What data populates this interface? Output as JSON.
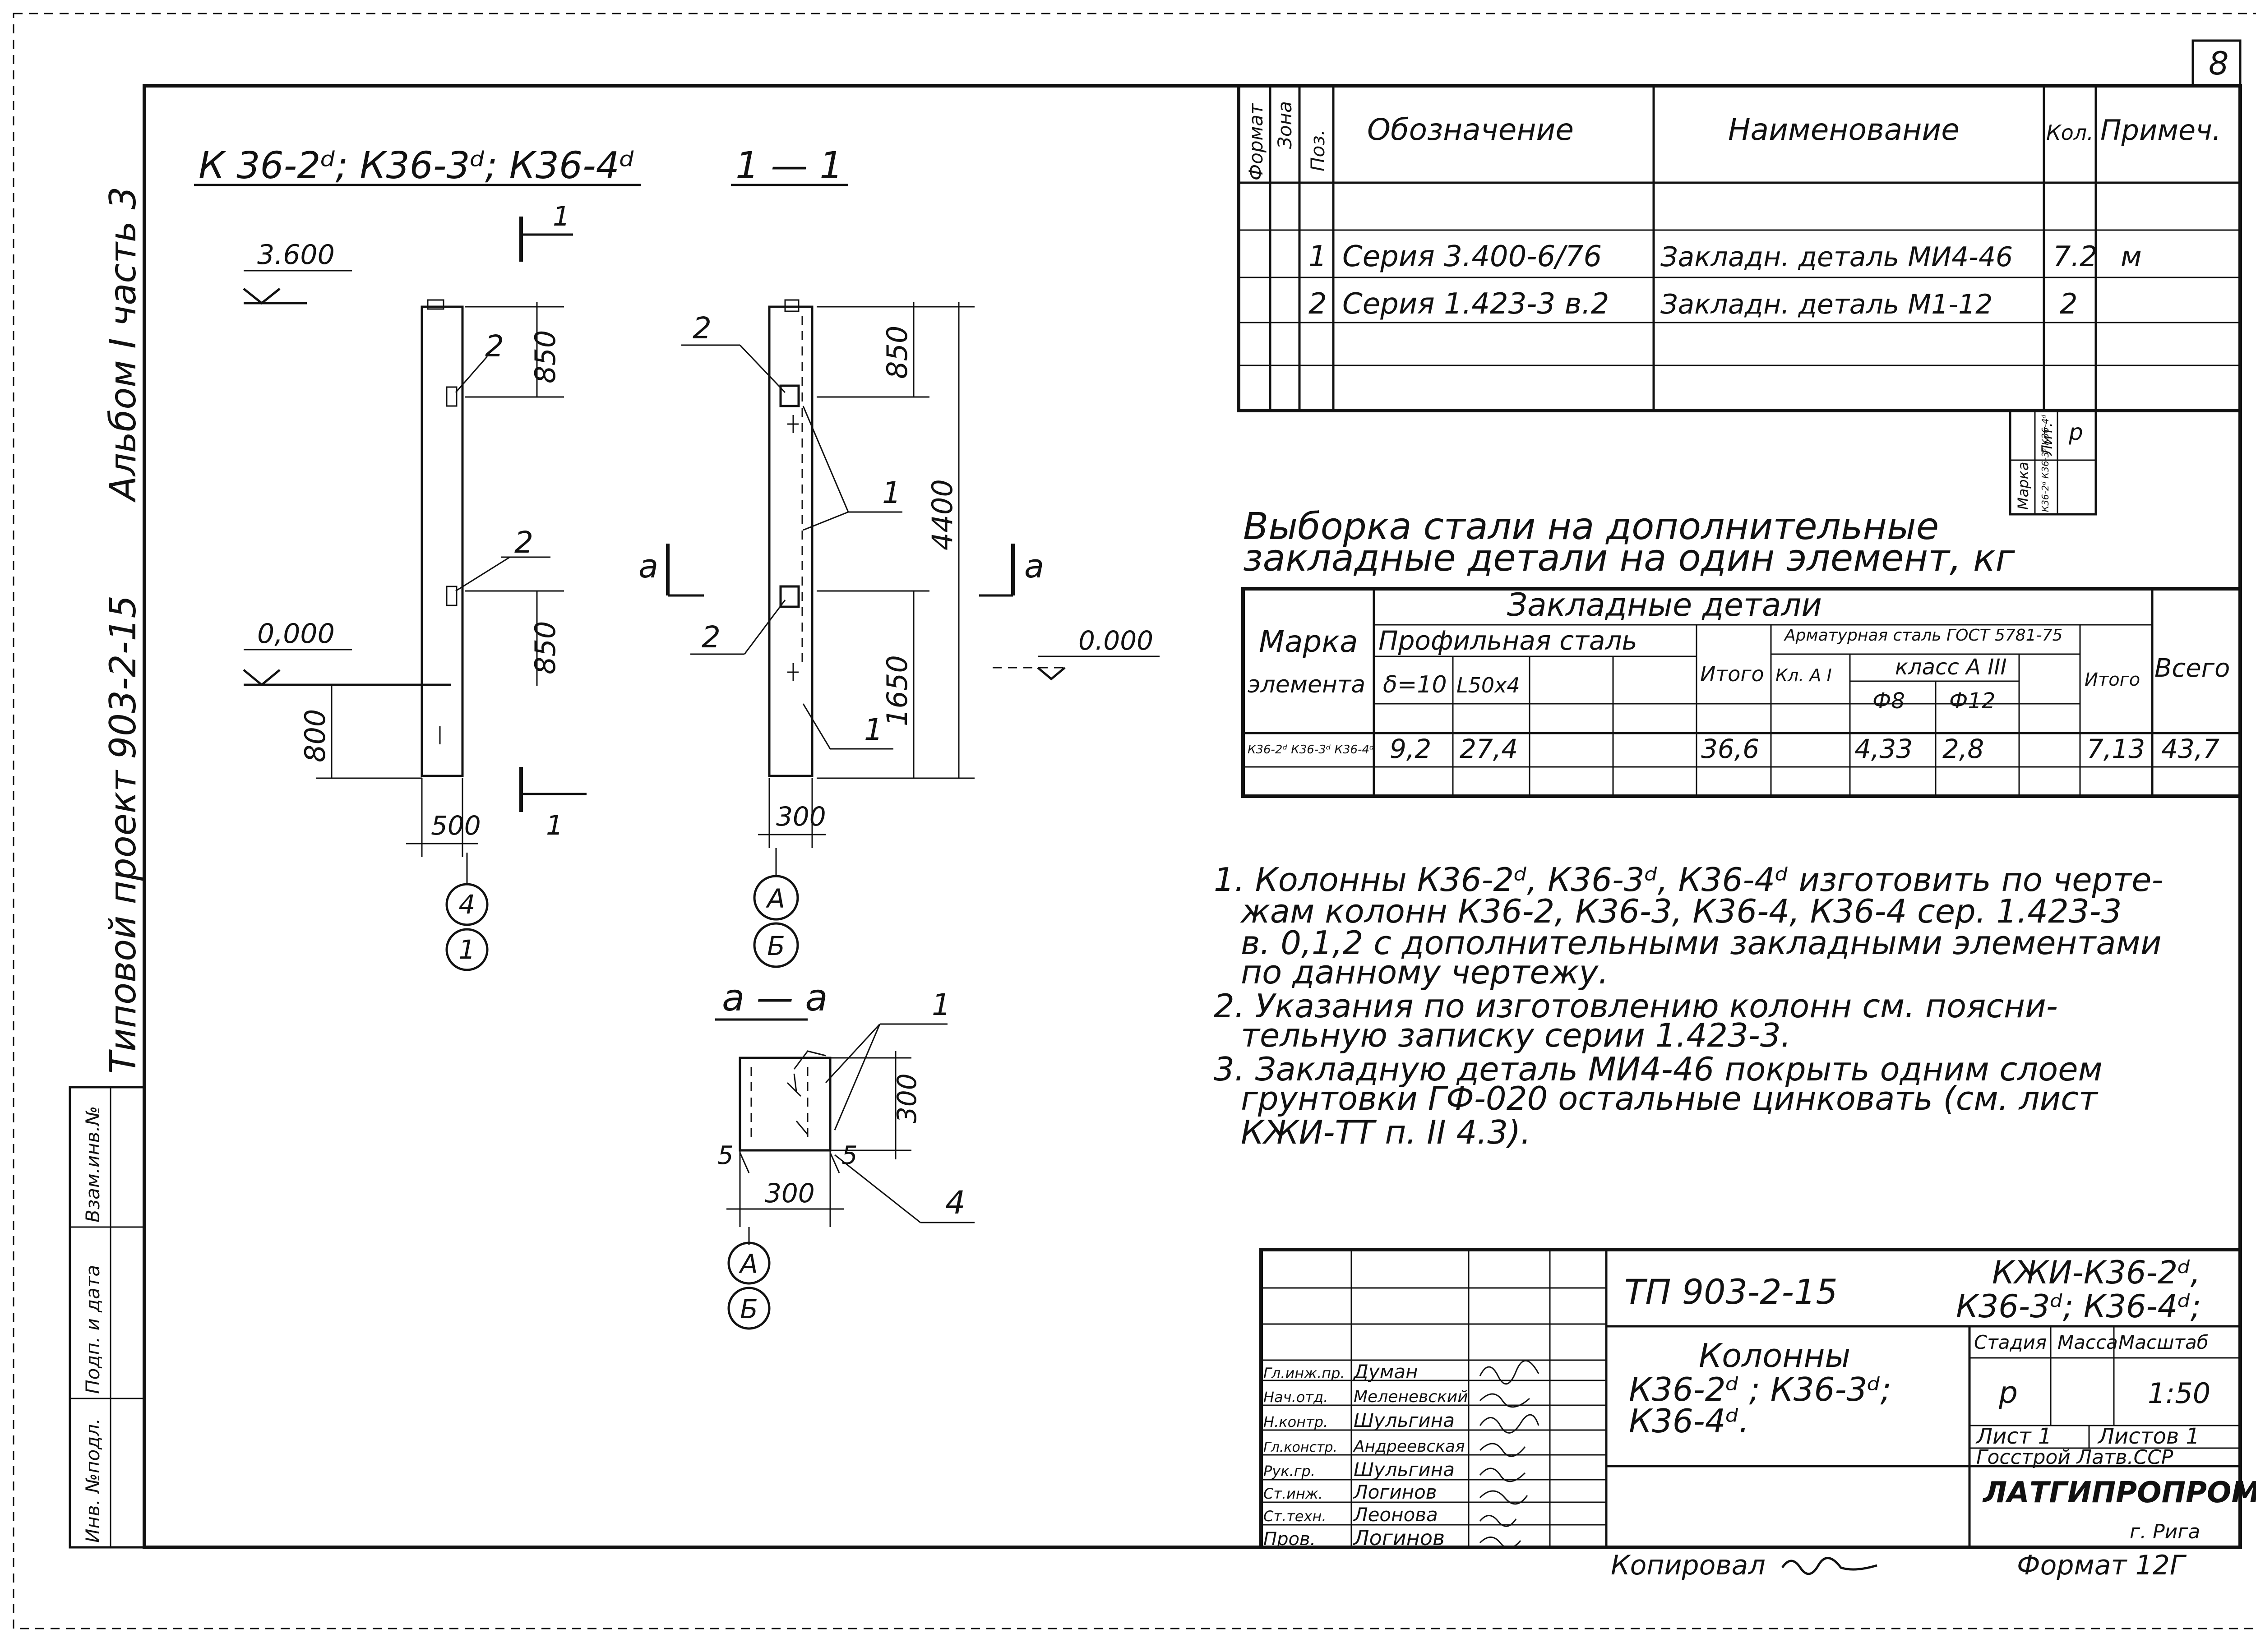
{
  "sheet_number": "8",
  "side_strip": {
    "album": "Альбом I часть 3",
    "project": "Типовой проект 903-2-15",
    "stamp_cols": [
      "Инв. №подл.",
      "Подп. и дата",
      "Взам.инв.№"
    ]
  },
  "drawing": {
    "main_title": "К 36-2ᵈ; К36-3ᵈ; К36-4ᵈ",
    "section_11_title": "1 — 1",
    "section_aa_title": "а — а",
    "elev_top": "3.600",
    "elev_zero": "0,000",
    "elev_zero_right": "0.000",
    "dims": {
      "d850a": "850",
      "d850b": "850",
      "d800": "800",
      "d500": "500",
      "d850c": "850",
      "d4400": "4400",
      "d1650": "1650",
      "d300": "300",
      "d300a": "300",
      "d300b": "300",
      "d5a": "5",
      "d5b": "5"
    },
    "labels": {
      "n1": "1",
      "n2": "2",
      "n4": "4",
      "a": "а"
    },
    "axes": {
      "left_top": "4",
      "left_bottom": "1",
      "mid_top": "А",
      "mid_bottom": "Б"
    }
  },
  "spec_table": {
    "headers": [
      "Формат",
      "Зона",
      "Поз.",
      "Обозначение",
      "Наименование",
      "Кол.",
      "Примеч."
    ],
    "rows": [
      {
        "pos": "1",
        "designation": "Серия  3.400-6/76",
        "name": "Закладн. деталь МИ4-46",
        "qty": "7.2",
        "note": "м"
      },
      {
        "pos": "2",
        "designation": "Серия  1.423-3 в.2",
        "name": "Закладн. деталь М1-12",
        "qty": "2",
        "note": ""
      }
    ],
    "small_box": {
      "h1": "Марка",
      "h2": "Лит.",
      "v1": "К36-2ᵈ К36-3ᵈ К36-4ᵈ",
      "v2": "р"
    }
  },
  "steel_table": {
    "title_line1": "Выборка  стали  на  дополнительные",
    "title_line2": "закладные  детали  на  один  элемент, кг",
    "h_group": "Закладные  детали",
    "h_mark": "Марка элемента",
    "h_profile": "Профильная  сталь",
    "h_rebar": "Арматурная  сталь ГОСТ 5781-75",
    "h_class_a1": "Кл. А I",
    "h_class_a3": "класс  А III",
    "h_d10": "δ=10",
    "h_l50": "L50х4",
    "h_f8": "Ф8",
    "h_f12": "Ф12",
    "h_total": "Итого",
    "h_total2": "Итого",
    "h_all": "Всего",
    "row": {
      "mark": "К36-2ᵈ К36-3ᵈ К36-4ᵈ",
      "d10": "9,2",
      "l50": "27,4",
      "total": "36,6",
      "f8": "4,33",
      "f12": "2,8",
      "total2": "7,13",
      "all": "43,7"
    }
  },
  "notes": [
    "1. Колонны  К36-2ᵈ, К36-3ᵈ, К36-4ᵈ изготовить по черте-",
    "жам  колонн  К36-2, К36-3, К36-4, К36-4  сер. 1.423-3",
    "в. 0,1,2  с  дополнительными  закладными  элементами",
    "по  данному  чертежу.",
    "2. Указания  по  изготовлению  колонн  см. поясни-",
    "тельную  записку  серии  1.423-3.",
    "3. Закладную  деталь  МИ4-46  покрыть  одним  слоем",
    "грунтовки  ГФ-020  остальные  цинковать (см. лист",
    "КЖИ-ТТ  п. II  4.3)."
  ],
  "title_block": {
    "project_code": "ТП 903-2-15",
    "sheet_code1": "КЖИ-К36-2ᵈ,",
    "sheet_code2": "К36-3ᵈ; К36-4ᵈ;",
    "name1": "Колонны",
    "name2": "К36-2ᵈ ;  К36-3ᵈ;",
    "name3": "К36-4ᵈ.",
    "stage_h": "Стадия",
    "mass_h": "Масса",
    "scale_h": "Масштаб",
    "stage": "р",
    "scale": "1:50",
    "sheet": "Лист 1",
    "sheets": "Листов 1",
    "org1": "Госстрой Латв.ССР",
    "org2": "ЛАТГИПРОПРОМ",
    "org3": "г. Рига",
    "people": [
      {
        "role": "Гл.инж.пр.",
        "name": "Думан"
      },
      {
        "role": "Нач.отд.",
        "name": "Меленевский"
      },
      {
        "role": "Н.контр.",
        "name": "Шульгина"
      },
      {
        "role": "Гл.констр.",
        "name": "Андреевская"
      },
      {
        "role": "Рук.гр.",
        "name": "Шульгина"
      },
      {
        "role": "Ст.инж.",
        "name": "Логинов"
      },
      {
        "role": "Ст.техн.",
        "name": "Леонова"
      },
      {
        "role": "Пров.",
        "name": "Логинов"
      }
    ],
    "copied": "Копировал",
    "format": "Формат 12Г"
  }
}
